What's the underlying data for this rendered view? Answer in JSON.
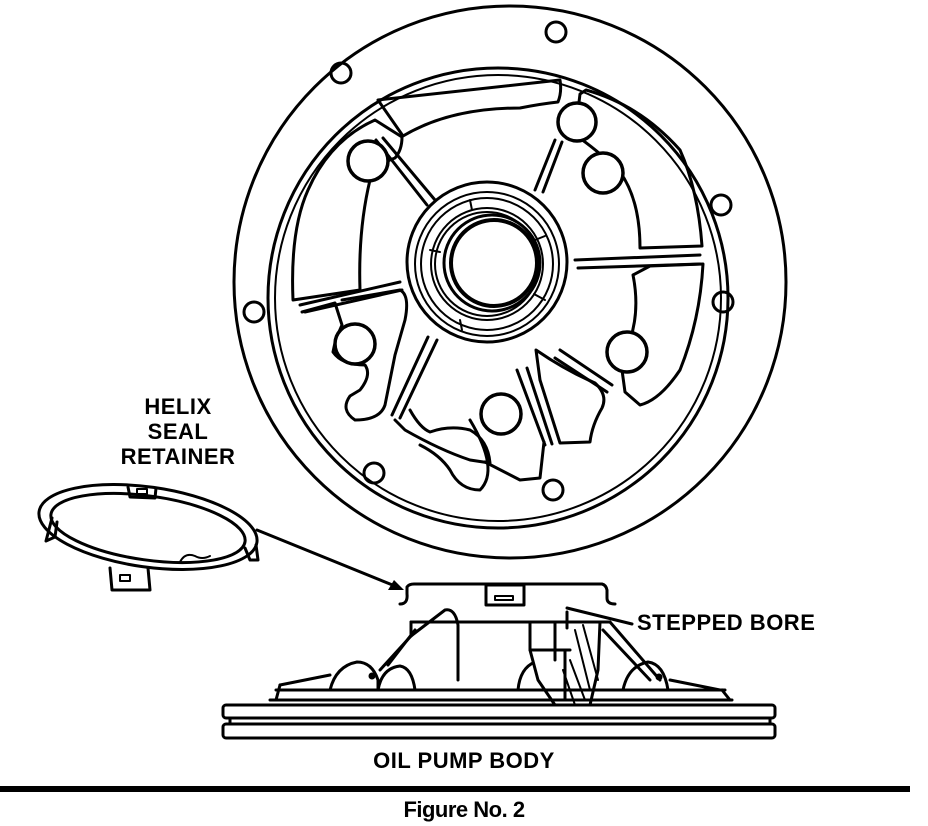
{
  "figure": {
    "caption": "Figure No. 2",
    "labels": {
      "helix_seal_retainer": [
        "HELIX",
        "SEAL",
        "RETAINER"
      ],
      "stepped_bore": "STEPPED BORE",
      "oil_pump_body": "OIL PUMP BODY"
    },
    "parts": {
      "top_view": "oil-pump-cover-top-view",
      "retainer": "helix-seal-retainer",
      "side_view": "oil-pump-body-side-view"
    },
    "colors": {
      "ink": "#000000",
      "paper": "#ffffff"
    }
  }
}
